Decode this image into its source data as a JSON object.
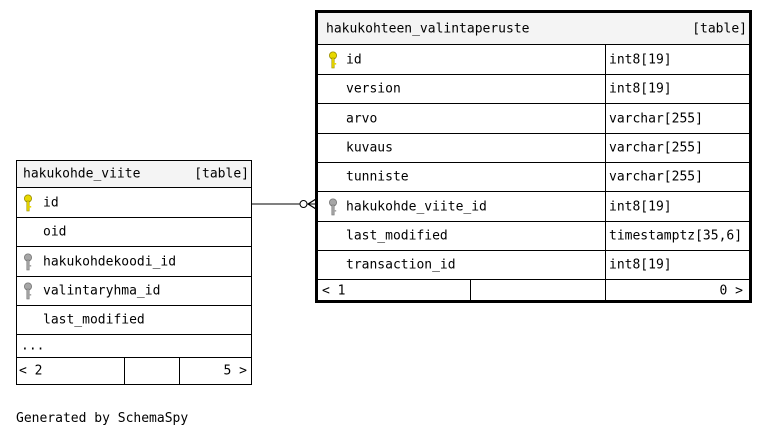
{
  "tables": {
    "hakukohde_viite": {
      "name": "hakukohde_viite",
      "type": "[table]",
      "columns": [
        {
          "name": "id",
          "key": "primary"
        },
        {
          "name": "oid",
          "key": "none"
        },
        {
          "name": "hakukohdekoodi_id",
          "key": "foreign"
        },
        {
          "name": "valintaryhma_id",
          "key": "foreign"
        },
        {
          "name": "last_modified",
          "key": "none"
        }
      ],
      "more": "...",
      "parents": "< 2",
      "children": "5 >"
    },
    "hakukohteen_valintaperuste": {
      "name": "hakukohteen_valintaperuste",
      "type": "[table]",
      "columns": [
        {
          "name": "id",
          "type": "int8[19]",
          "key": "primary"
        },
        {
          "name": "version",
          "type": "int8[19]",
          "key": "none"
        },
        {
          "name": "arvo",
          "type": "varchar[255]",
          "key": "none"
        },
        {
          "name": "kuvaus",
          "type": "varchar[255]",
          "key": "none"
        },
        {
          "name": "tunniste",
          "type": "varchar[255]",
          "key": "none"
        },
        {
          "name": "hakukohde_viite_id",
          "type": "int8[19]",
          "key": "foreign"
        },
        {
          "name": "last_modified",
          "type": "timestamptz[35,6]",
          "key": "none"
        },
        {
          "name": "transaction_id",
          "type": "int8[19]",
          "key": "none"
        }
      ],
      "parents": "< 1",
      "children": "0 >"
    }
  },
  "credit": "Generated by SchemaSpy",
  "colors": {
    "header_bg": "#f4f4f4",
    "primary_key": "#e8d800",
    "foreign_key": "#a6a6a6",
    "line": "#000000"
  }
}
